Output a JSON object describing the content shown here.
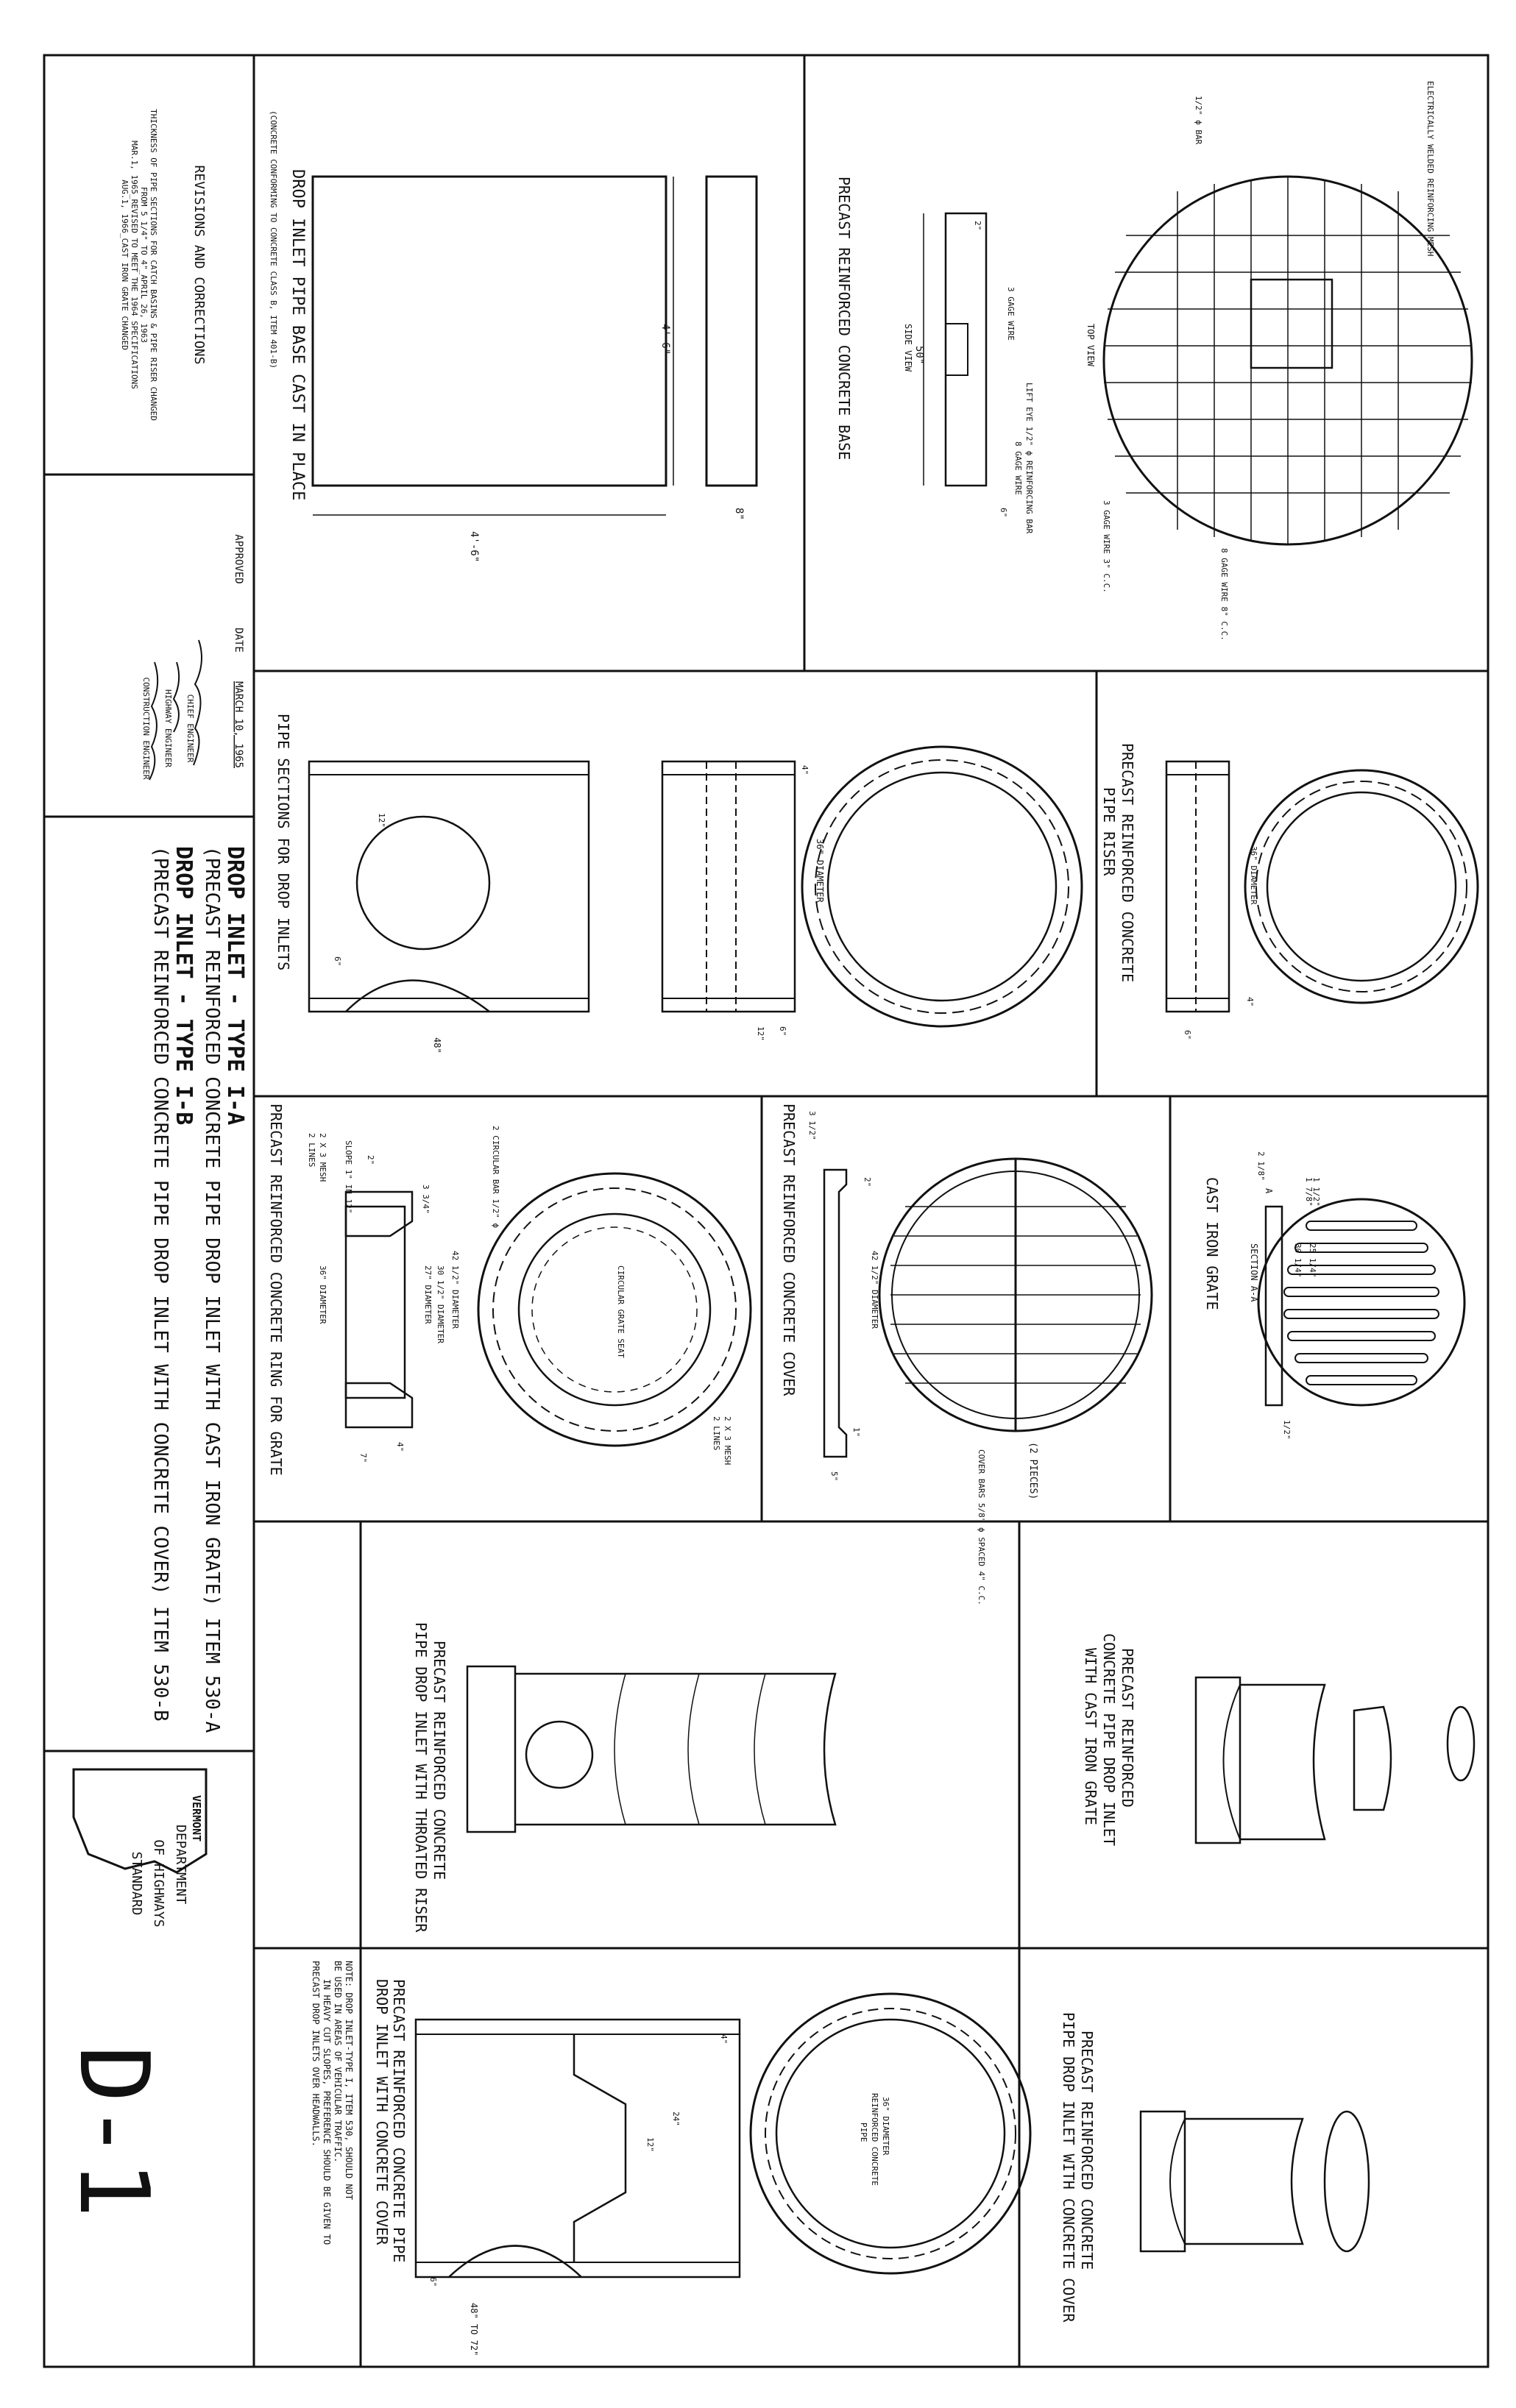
{
  "title_block": {
    "title_1": "DROP INLET - TYPE I-A",
    "subtitle_1": "(PRECAST REINFORCED CONCRETE PIPE DROP INLET WITH CAST IRON GRATE) ITEM 530-A",
    "title_2": "DROP INLET - TYPE I-B",
    "subtitle_2": "(PRECAST REINFORCED CONCRETE PIPE DROP INLET WITH CONCRETE COVER) ITEM 530-B",
    "agency_1": "VERMONT",
    "agency_2": "DEPARTMENT",
    "agency_3": "OF HIGHWAYS",
    "agency_4": "STANDARD",
    "sheet_number": "D-1",
    "date_label": "DATE",
    "date_value": "MARCH 10, 1965",
    "approved_label": "APPROVED",
    "chief_engineer": "CHIEF ENGINEER",
    "highway_engineer": "HIGHWAY ENGINEER",
    "construction_engineer": "CONSTRUCTION ENGINEER"
  },
  "revisions": {
    "heading": "REVISIONS AND CORRECTIONS",
    "line_1": "THICKNESS OF PIPE SECTIONS FOR CATCH BASINS & PIPE RISER CHANGED",
    "line_2": "FROM 5 1/4\" TO 4\"_APRIL 26, 1963",
    "line_3": "MAR.1, 1965_REVISED TO MEET THE 1964 SPECIFICATIONS",
    "line_4": "AUG.1, 1966_CAST IRON GRATE CHANGED"
  },
  "panels": {
    "base_cast_in_place": {
      "title": "DROP INLET PIPE BASE CAST IN PLACE",
      "subtitle": "(CONCRETE CONFORMING TO CONCRETE CLASS B, ITEM 401-B)",
      "dim_side": "4'-6\"",
      "dim_bottom": "4'-6\"",
      "dim_thick": "8\""
    },
    "precast_base": {
      "title": "PRECAST REINFORCED CONCRETE BASE",
      "side_view": "SIDE VIEW",
      "top_view": "TOP VIEW",
      "dim_50": "50\"",
      "dim_6": "6\"",
      "dim_2": "2\"",
      "wire_3": "3 GAGE WIRE",
      "lift_eye": "LIFT EYE 1/2\" ϕ REINFORCING BAR",
      "wire_8": "8 GAGE WIRE",
      "mesh": "ELECTRICALLY WELDED REINFORCING MESH",
      "bar": "1/2\" ϕ BAR",
      "wire_8_cc": "8 GAGE WIRE 8\" C.C.",
      "wire_3_cc": "3 GAGE WIRE 3\" C.C."
    },
    "pipe_sections": {
      "title": "PIPE SECTIONS FOR DROP INLETS",
      "dim_12": "12\"",
      "dim_6": "6\"",
      "dim_48": "48\"",
      "dim_4": "4\"",
      "diameter": "36\" DIAMETER",
      "dim_12b": "12\"",
      "dim_6b": "6\""
    },
    "pipe_riser": {
      "title_1": "PRECAST REINFORCED CONCRETE",
      "title_2": "PIPE RISER",
      "diameter": "36\" DIAMETER",
      "dim_4": "4\"",
      "dim_6": "6\""
    },
    "ring_for_grate": {
      "title": "PRECAST REINFORCED CONCRETE RING FOR GRATE",
      "lines_1": "2 LINES",
      "mesh_1": "2 X 3 MESH",
      "circular_bar": "2 CIRCULAR BAR 1/2\" ϕ",
      "slope": "SLOPE 1\" IN 12\"",
      "dim_42": "42 1/2\" DIAMETER",
      "dim_30": "30 1/2\" DIAMETER",
      "dim_27": "27\" DIAMETER",
      "dim_36": "36\" DIAMETER",
      "dim_3_34": "3 3/4\"",
      "dim_2": "2\"",
      "dim_4": "4\"",
      "dim_7": "7\"",
      "seat": "CIRCULAR GRATE SEAT",
      "lines_2": "2 LINES",
      "mesh_2": "2 X 3 MESH"
    },
    "concrete_cover": {
      "title": "PRECAST REINFORCED CONCRETE COVER",
      "dim_312": "3 1/2\"",
      "dim_425": "42 1/2\" DIAMETER",
      "dim_2": "2\"",
      "dim_1": "1\"",
      "dim_5": "5\"",
      "pieces": "(2 PIECES)",
      "bars": "COVER BARS 5/8\" ϕ SPACED 4\" C.C."
    },
    "cast_iron_grate": {
      "title": "CAST IRON GRATE",
      "section": "SECTION A-A",
      "dim_3014": "30 1/4\"",
      "dim_2514": "25 1/4\"",
      "dim_178": "1 7/8\"",
      "dim_218": "2 1/8\"",
      "dim_112": "1 1/2\"",
      "dim_12": "1/2\"",
      "mark_a": "A"
    },
    "iso_grate": {
      "title_1": "PRECAST REINFORCED",
      "title_2": "CONCRETE PIPE DROP INLET",
      "title_3": "WITH CAST IRON GRATE"
    },
    "iso_throated": {
      "title_1": "PRECAST REINFORCED CONCRETE",
      "title_2": "PIPE DROP INLET WITH THROATED RISER"
    },
    "iso_cover": {
      "title_1": "PRECAST REINFORCED CONCRETE",
      "title_2": "PIPE DROP INLET WITH CONCRETE COVER"
    },
    "drop_inlet_cover_section": {
      "title_1": "PRECAST REINFORCED CONCRETE PIPE",
      "title_2": "DROP INLET WITH CONCRETE COVER",
      "dim_4": "4\"",
      "dim_12": "12\"",
      "dim_24": "24\"",
      "dim_6": "6\"",
      "dim_48_72": "48\" TO 72\"",
      "diameter_1": "36\" DIAMETER",
      "diameter_2": "REINFORCED CONCRETE",
      "diameter_3": "PIPE"
    },
    "note": {
      "line_1": "NOTE:    DROP INLET-TYPE I, ITEM 530, SHOULD NOT",
      "line_2": "BE USED IN AREAS OF VEHICULAR TRAFFIC.",
      "line_3": "IN HEAVY CUT SLOPES, PREFERENCE SHOULD BE GIVEN TO",
      "line_4": "PRECAST DROP INLETS OVER HEADWALLS."
    }
  }
}
